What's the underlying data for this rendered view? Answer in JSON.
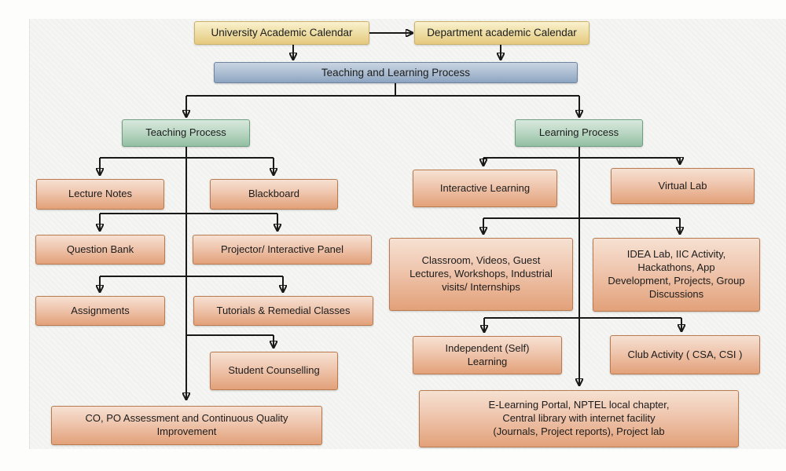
{
  "diagram_title": "Teaching and Learning Process flowchart",
  "colors": {
    "calendar_box": "#e6c97f",
    "main_process_box": "#8da4c1",
    "branch_box": "#93bfa3",
    "item_box": "#e2a179",
    "connector": "#191919",
    "slide_background": "#f5f5f3"
  },
  "nodes": {
    "university_calendar": {
      "label": "University Academic Calendar"
    },
    "department_calendar": {
      "label": "Department academic Calendar"
    },
    "teaching_learning_process": {
      "label": "Teaching and Learning Process"
    },
    "teaching_process": {
      "label": "Teaching Process"
    },
    "learning_process": {
      "label": "Learning Process"
    },
    "lecture_notes": {
      "label": "Lecture Notes"
    },
    "blackboard": {
      "label": "Blackboard"
    },
    "question_bank": {
      "label": "Question Bank"
    },
    "projector_panel": {
      "label": "Projector/ Interactive Panel"
    },
    "assignments": {
      "label": "Assignments"
    },
    "tutorials_remedial": {
      "label": "Tutorials & Remedial Classes"
    },
    "student_counselling": {
      "label": "Student Counselling"
    },
    "co_po_assessment": {
      "label": "CO, PO Assessment and Continuous Quality\nImprovement"
    },
    "interactive_learning": {
      "label": "Interactive Learning"
    },
    "virtual_lab": {
      "label": "Virtual Lab"
    },
    "classroom_videos": {
      "label": "Classroom, Videos, Guest\nLectures, Workshops, Industrial\nvisits/ Internships"
    },
    "idea_lab": {
      "label": "IDEA Lab, IIC Activity,\nHackathons, App\nDevelopment, Projects, Group\nDiscussions"
    },
    "independent_learning": {
      "label": "Independent (Self)\nLearning"
    },
    "club_activity": {
      "label": "Club Activity ( CSA, CSI )"
    },
    "elearning_portal": {
      "label": "E-Learning Portal, NPTEL local chapter,\nCentral library with internet facility\n(Journals, Project reports), Project lab"
    }
  }
}
